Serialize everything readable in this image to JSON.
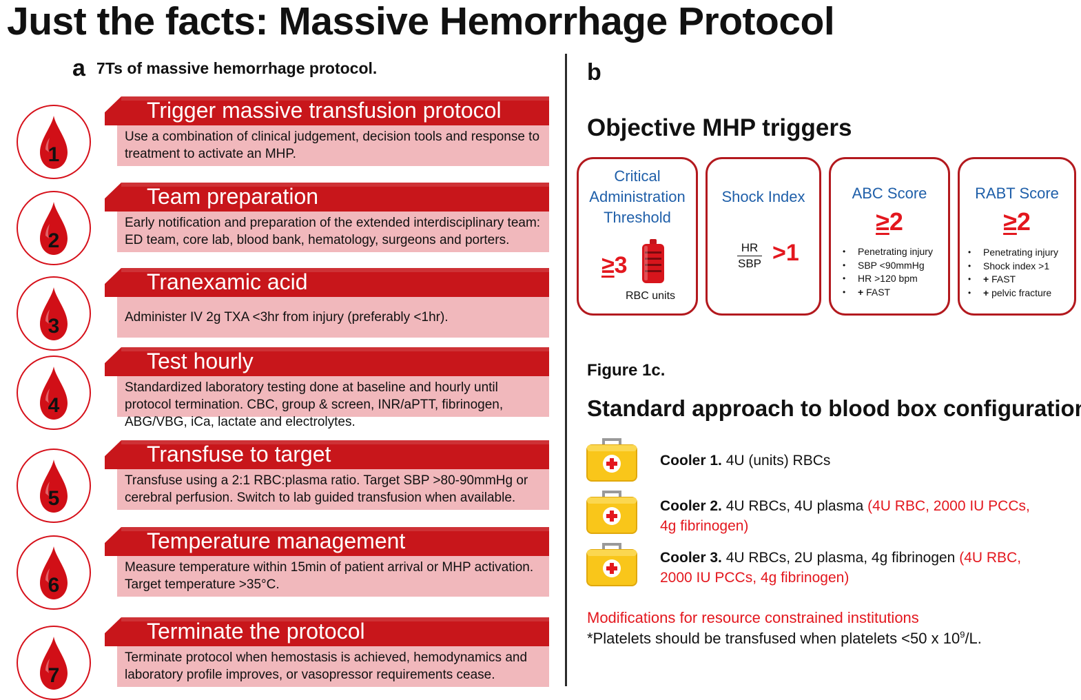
{
  "title": "Just the facts: Massive Hemorrhage Protocol",
  "panel_a": {
    "letter": "a",
    "subtitle": "7Ts of massive hemorrhage protocol.",
    "steps": [
      {
        "number": "1",
        "title": "Trigger massive transfusion protocol",
        "description": "Use a combination of clinical judgement, decision tools and response to treatment to activate an MHP."
      },
      {
        "number": "2",
        "title": "Team preparation",
        "description": "Early notification and preparation of the extended interdisciplinary team: ED team, core lab, blood bank, hematology, surgeons and porters."
      },
      {
        "number": "3",
        "title": "Tranexamic acid",
        "description": "Administer IV 2g TXA <3hr from injury (preferably <1hr)."
      },
      {
        "number": "4",
        "title": "Test hourly",
        "description": "Standardized laboratory testing done at baseline and hourly until protocol termination. CBC, group & screen, INR/aPTT, fibrinogen, ABG/VBG, iCa, lactate and electrolytes."
      },
      {
        "number": "5",
        "title": "Transfuse to target",
        "description": "Transfuse using a 2:1 RBC:plasma ratio. Target SBP >80-90mmHg or cerebral perfusion. Switch to lab guided transfusion when available."
      },
      {
        "number": "6",
        "title": "Temperature management",
        "description": "Measure temperature within 15min of patient arrival or MHP activation. Target temperature >35°C."
      },
      {
        "number": "7",
        "title": "Terminate the protocol",
        "description": "Terminate protocol when hemostasis is achieved, hemodynamics and laboratory profile improves, or vasopressor requirements cease."
      }
    ]
  },
  "panel_b": {
    "letter": "b",
    "heading": "Objective MHP triggers",
    "cat": {
      "line1": "Critical",
      "line2": "Administration",
      "line3": "Threshold",
      "ge": "≥",
      "value": "3",
      "unit": "RBC units"
    },
    "shock": {
      "name": "Shock Index",
      "numerator": "HR",
      "denominator": "SBP",
      "value": ">1"
    },
    "abc": {
      "name": "ABC Score",
      "ge": "≥",
      "value": "2",
      "items": [
        "Penetrating injury",
        "SBP <90mmHg",
        "HR >120 bpm",
        "FAST"
      ]
    },
    "rabt": {
      "name": "RABT Score",
      "ge": "≥",
      "value": "2",
      "items": [
        "Penetrating injury",
        "Shock index >1",
        "FAST",
        "pelvic fracture"
      ]
    },
    "plus_sign": "+"
  },
  "panel_c": {
    "label": "Figure 1c.",
    "heading": "Standard approach to blood box configuration",
    "coolers": [
      {
        "label": "Cooler 1.",
        "contents": "4U (units) RBCs",
        "alt": ""
      },
      {
        "label": "Cooler 2.",
        "contents": "4U RBCs, 4U plasma",
        "alt": "(4U RBC, 2000 IU PCCs, 4g fibrinogen)"
      },
      {
        "label": "Cooler 3.",
        "contents": "4U RBCs, 2U plasma, 4g fibrinogen",
        "alt": "(4U RBC, 2000 IU PCCs, 4g fibrinogen)"
      }
    ],
    "modifications": "Modifications for resource constrained institutions",
    "platelets_note": "*Platelets should be transfused when platelets <50 x 10",
    "platelets_exp": "9",
    "platelets_unit": "/L."
  },
  "colors": {
    "banner": "#c8161b",
    "desc_bg": "#f1b8bc",
    "accent_red": "#e3171e",
    "blue": "#1f5fa9",
    "cooler_yellow": "#f9c61a"
  }
}
